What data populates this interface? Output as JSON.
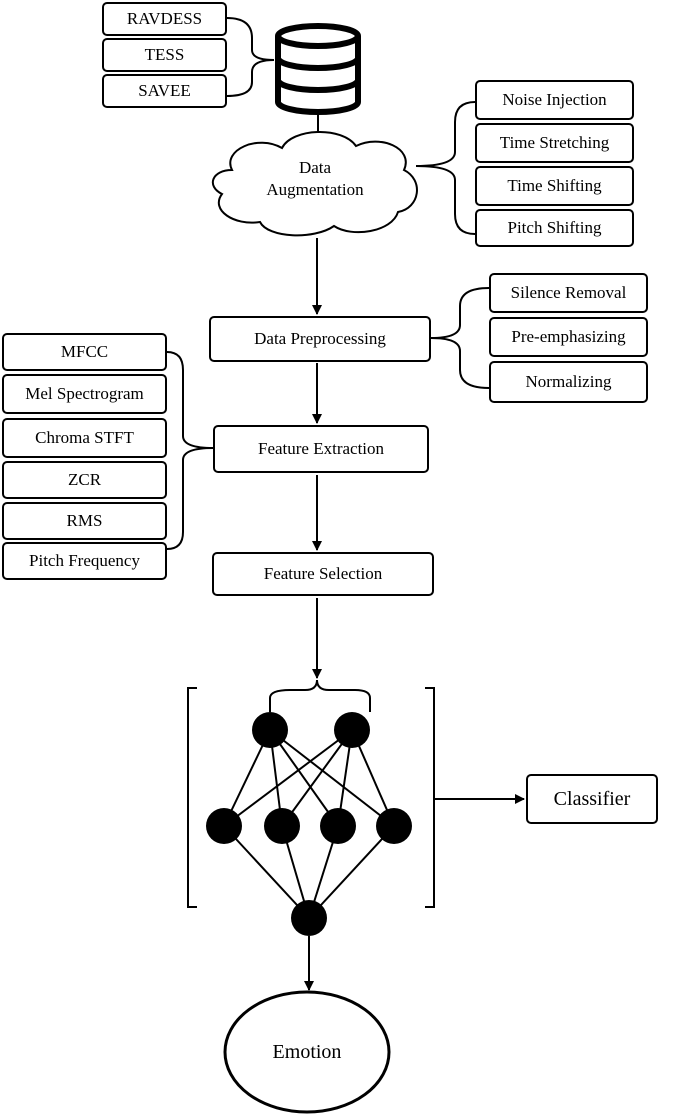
{
  "datasets": [
    "RAVDESS",
    "TESS",
    "SAVEE"
  ],
  "augmentation": {
    "title_line1": "Data",
    "title_line2": "Augmentation",
    "methods": [
      "Noise Injection",
      "Time Stretching",
      "Time Shifting",
      "Pitch Shifting"
    ]
  },
  "preprocessing": {
    "title": "Data Preprocessing",
    "methods": [
      "Silence Removal",
      "Pre-emphasizing",
      "Normalizing"
    ]
  },
  "feature_extraction": {
    "title": "Feature Extraction",
    "features": [
      "MFCC",
      "Mel Spectrogram",
      "Chroma STFT",
      "ZCR",
      "RMS",
      "Pitch Frequency"
    ]
  },
  "feature_selection": {
    "title": "Feature Selection"
  },
  "classifier": {
    "label": "Classifier"
  },
  "output": {
    "label": "Emotion"
  }
}
